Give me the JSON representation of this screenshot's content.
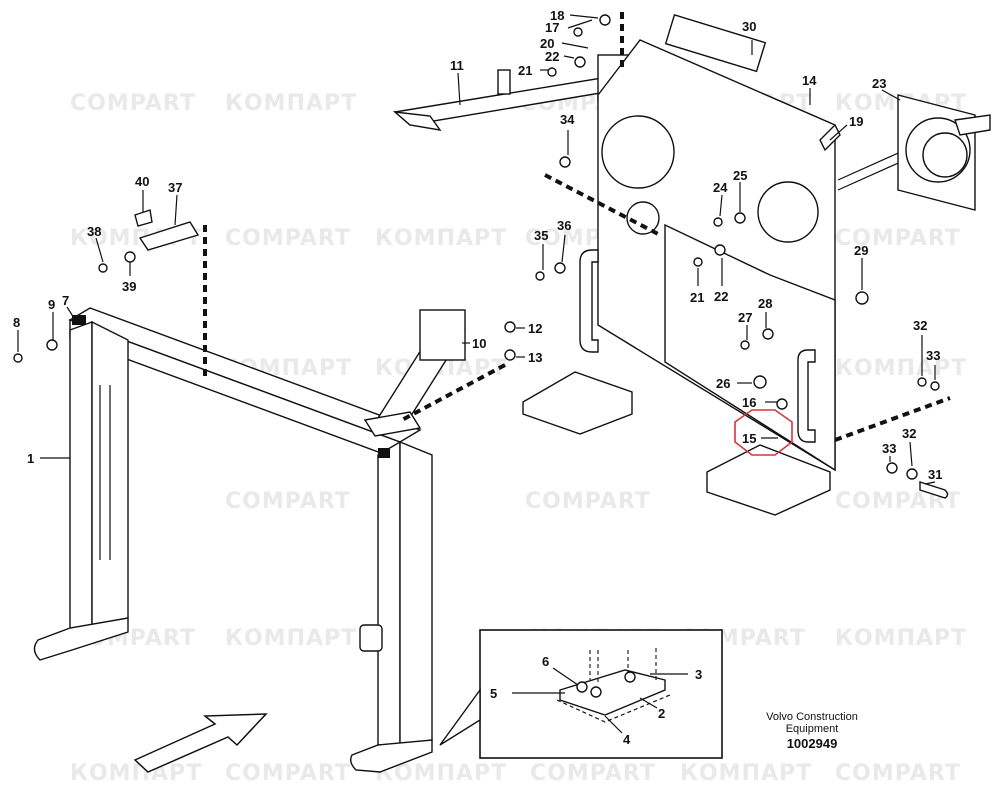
{
  "callouts": {
    "c1": "1",
    "c2": "2",
    "c3": "3",
    "c4": "4",
    "c5": "5",
    "c6": "6",
    "c7": "7",
    "c8": "8",
    "c9": "9",
    "c10": "10",
    "c11": "11",
    "c12": "12",
    "c13": "13",
    "c14": "14",
    "c15": "15",
    "c16": "16",
    "c17": "17",
    "c18": "18",
    "c19": "19",
    "c20": "20",
    "c21a": "21",
    "c21b": "21",
    "c22a": "22",
    "c22b": "22",
    "c23": "23",
    "c24": "24",
    "c25": "25",
    "c26": "26",
    "c27": "27",
    "c28": "28",
    "c29": "29",
    "c30": "30",
    "c31": "31",
    "c32a": "32",
    "c32b": "32",
    "c33a": "33",
    "c33b": "33",
    "c34": "34",
    "c35": "35",
    "c36": "36",
    "c37": "37",
    "c38": "38",
    "c39": "39",
    "c40": "40"
  },
  "watermark": {
    "latin": "COMPART",
    "cyrillic": "КОМПАРТ"
  },
  "footer": {
    "company": "Volvo Construction",
    "company2": "Equipment",
    "doc_number": "1002949"
  },
  "colors": {
    "ink": "#111111",
    "watermark": "#e9e9e9",
    "highlight": "#d9333f"
  }
}
